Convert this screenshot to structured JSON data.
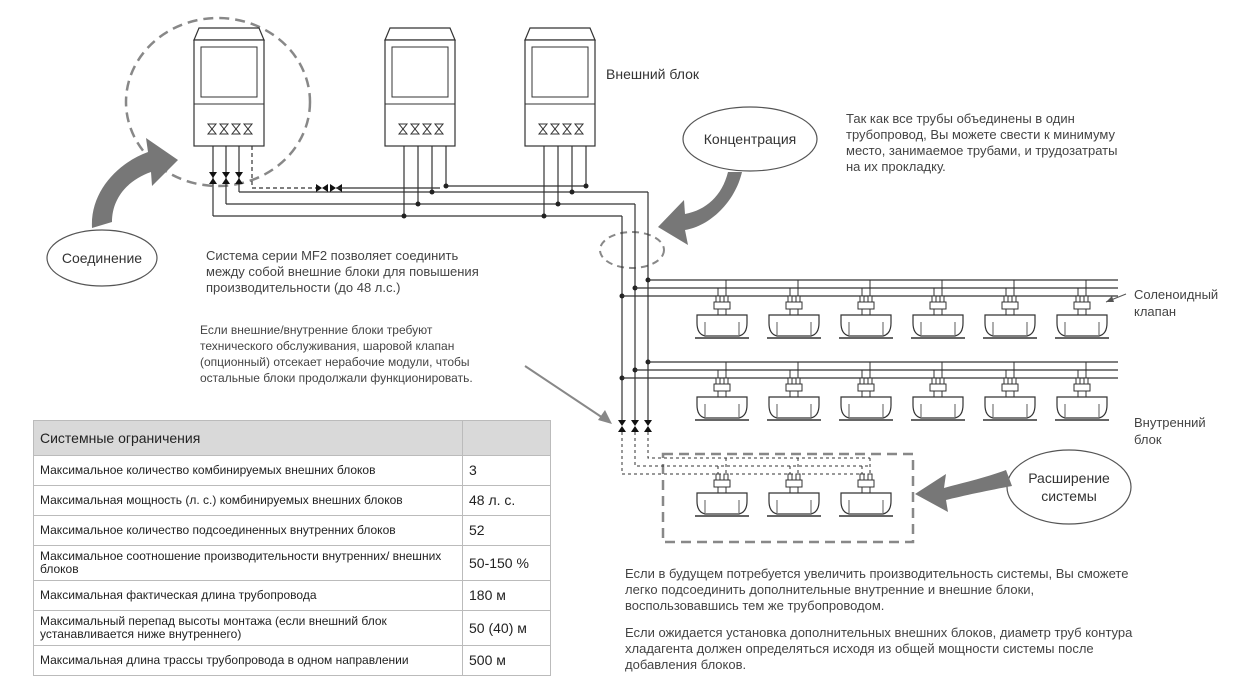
{
  "labels": {
    "outdoor_unit": "Внешний блок",
    "concentration": "Концентрация",
    "connection": "Соединение",
    "solenoid_valve": "Соленоидный клапан",
    "indoor_unit": "Внутренний блок",
    "expansion": "Расширение системы"
  },
  "notes": {
    "concentration": [
      "Так как все трубы объединены в один",
      "трубопровод, Вы можете свести к минимуму",
      "место, занимаемое трубами, и трудозатраты",
      "на их прокладку."
    ],
    "connection": [
      "Система серии MF2 позволяет соединить",
      "между собой внешние блоки для повышения",
      "производительности (до 48 л.с.)"
    ],
    "maintenance": [
      "Если внешние/внутренние блоки требуют",
      "технического обслуживания, шаровой клапан",
      "(опционный) отсекает нерабочие модули, чтобы",
      "остальные блоки продолжали функционировать."
    ],
    "expansion_1": [
      "Если в будущем потребуется увеличить производительность системы, Вы сможете",
      "легко подсоединить дополнительные внутренние и внешние блоки,",
      "воспользовавшись тем же трубопроводом."
    ],
    "expansion_2": [
      "Если ожидается установка дополнительных внешних блоков, диаметр труб контура",
      "хладагента должен определяться исходя из общей мощности системы после",
      "добавления блоков."
    ]
  },
  "table": {
    "header": "Системные ограничения",
    "rows": [
      {
        "label": "Максимальное количество комбинируемых внешних блоков",
        "value": "3"
      },
      {
        "label": "Максимальная мощность (л. с.) комбинируемых внешних блоков",
        "value": "48 л. с."
      },
      {
        "label": "Максимальное количество подсоединенных внутренних блоков",
        "value": "52"
      },
      {
        "label": "Максимальное соотношение  производительности внутренних/ внешних блоков",
        "value": "50-150 %"
      },
      {
        "label": "Максимальная фактическая длина трубопровода",
        "value": "180 м"
      },
      {
        "label": "Максимальный перепад высоты монтажа (если внешний блок устанавливается ниже внутреннего)",
        "value": "50 (40) м"
      },
      {
        "label": "Максимальная длина трассы трубопровода в одном направлении",
        "value": "500 м"
      }
    ]
  }
}
